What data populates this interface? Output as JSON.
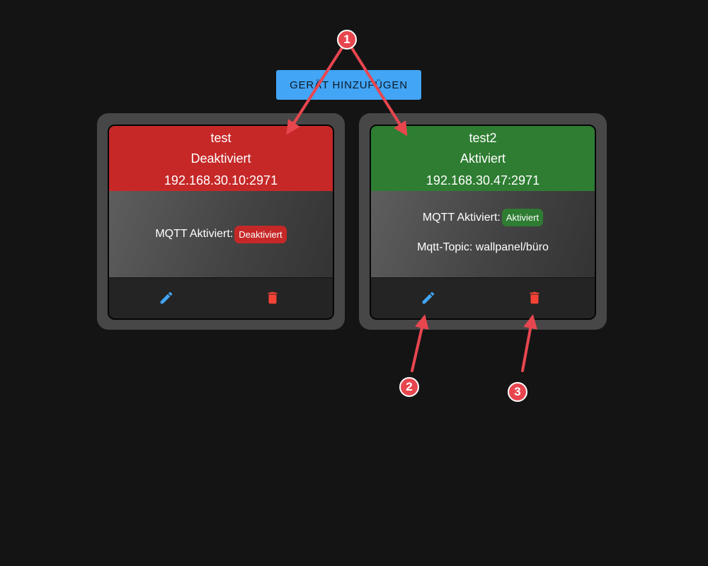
{
  "toolbar": {
    "add_device_label": "GERÄT HINZUFÜGEN"
  },
  "devices": [
    {
      "name": "test",
      "status": "Deaktiviert",
      "address": "192.168.30.10:2971",
      "mqtt_label": "MQTT Aktiviert:",
      "mqtt_state": "Deaktiviert"
    },
    {
      "name": "test2",
      "status": "Aktiviert",
      "address": "192.168.30.47:2971",
      "mqtt_label": "MQTT Aktiviert:",
      "mqtt_state": "Aktiviert",
      "mqtt_topic": "Mqtt-Topic: wallpanel/büro"
    }
  ],
  "annotations": [
    "1",
    "2",
    "3"
  ],
  "colors": {
    "background": "#141414",
    "accent": "#42a5f5",
    "deactivated": "#c62828",
    "activated": "#2e7d32",
    "delete": "#f44336",
    "annotation": "#e8464f"
  },
  "icons": {
    "edit": "pencil-icon",
    "delete": "trash-icon"
  }
}
